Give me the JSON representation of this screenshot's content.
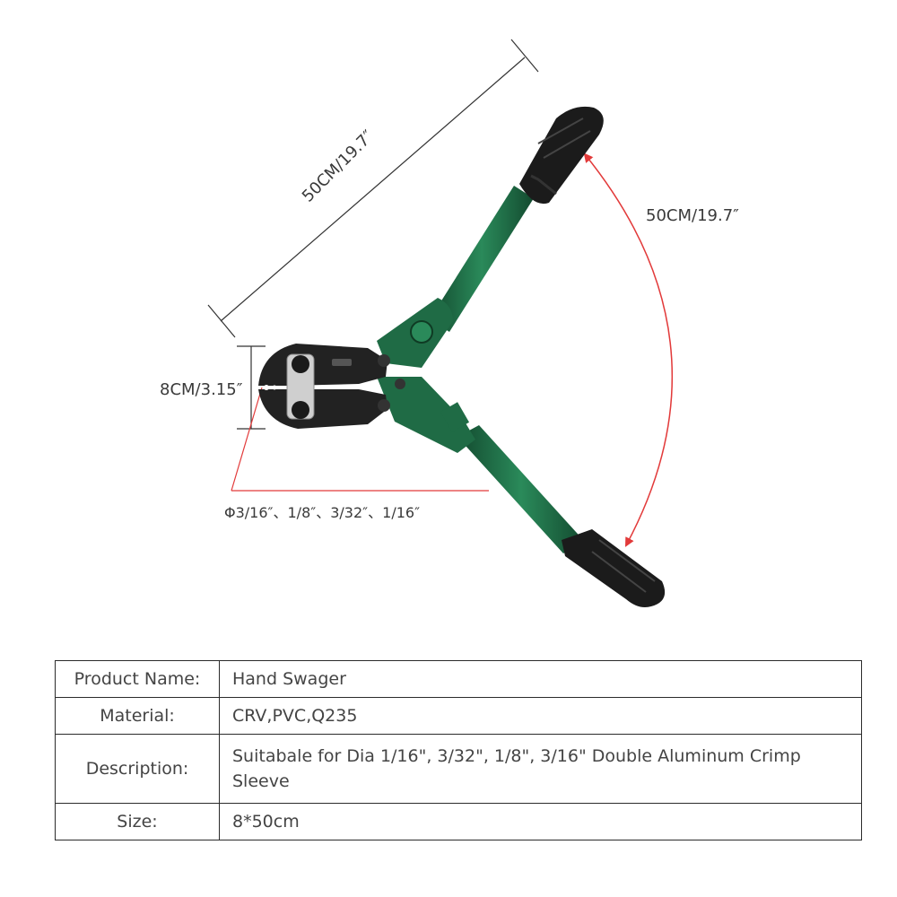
{
  "dimensions": {
    "length": "50CM/19.7″",
    "opening": "50CM/19.7″",
    "jaw_height": "8CM/3.15″",
    "diameters": "Φ3/16″、1/8″、3/32″、1/16″"
  },
  "colors": {
    "handle_green": "#1f6b45",
    "grip_black": "#1b1b1b",
    "arrow_red": "#e23a3a",
    "jaw_black": "#222222"
  },
  "specs": [
    {
      "label": "Product Name:",
      "value": "Hand Swager"
    },
    {
      "label": "Material:",
      "value": "CRV,PVC,Q235"
    },
    {
      "label": "Description:",
      "value": "Suitabale for Dia 1/16\", 3/32\", 1/8\", 3/16\" Double Aluminum Crimp Sleeve"
    },
    {
      "label": "Size:",
      "value": "8*50cm"
    }
  ]
}
